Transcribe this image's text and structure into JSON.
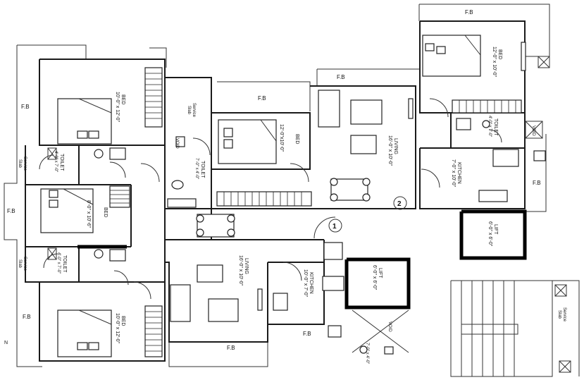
{
  "rooms": {
    "bed_left_top": {
      "name": "BED",
      "dim": "10'-0\" x 12'-0\""
    },
    "bed_left_mid": {
      "name": "BED",
      "dim": "8'-0\" x 10'-6\""
    },
    "bed_left_bottom": {
      "name": "BED",
      "dim": "10'-0\" x 12'-0\""
    },
    "bed_center": {
      "name": "BED",
      "dim": "12'-0\"x10'-0\""
    },
    "bed_right_top": {
      "name": "BED",
      "dim": "12'-0\" x 10'-0\""
    },
    "toilet_left_top": {
      "name": "TOILET",
      "dim": "4'-0\" x 7'-0\""
    },
    "toilet_left_bottom": {
      "name": "TOILET",
      "dim": "4'-0\" x 7'-0\""
    },
    "toilet_center": {
      "name": "TOILET",
      "dim": "7'-0\" x 4'-0\""
    },
    "toilet_right": {
      "name": "TOILET",
      "dim": "4'-0\" x 7'-0\""
    },
    "living_top": {
      "name": "LIVING",
      "dim": "16'-0\" x 10'-0\""
    },
    "living_bottom": {
      "name": "LIVING",
      "dim": "16'-0\" x 10'-0\""
    },
    "kitchen_right": {
      "name": "KITCHEN",
      "dim": "7'-0\" x 10'-0\""
    },
    "kitchen_bottom": {
      "name": "KITCHEN",
      "dim": "10'-0\" x 7'-0\""
    },
    "lift_right": {
      "name": "LIFT",
      "dim": "6'-0\" x 6'-0\""
    },
    "lift_center": {
      "name": "LIFT",
      "dim": "6'-0\" x 6'-0\""
    }
  },
  "service_slab": [
    "Service",
    "Slab"
  ],
  "void_label": "VOID",
  "fb_label": "F.B",
  "unit_numbers": {
    "one": "1",
    "two": "2"
  },
  "north_mark": "N",
  "stair_toilet_dim": "7'-0\" x 4'-0\"",
  "colors": {
    "lines": "#1a1a1a",
    "background": "#ffffff"
  }
}
